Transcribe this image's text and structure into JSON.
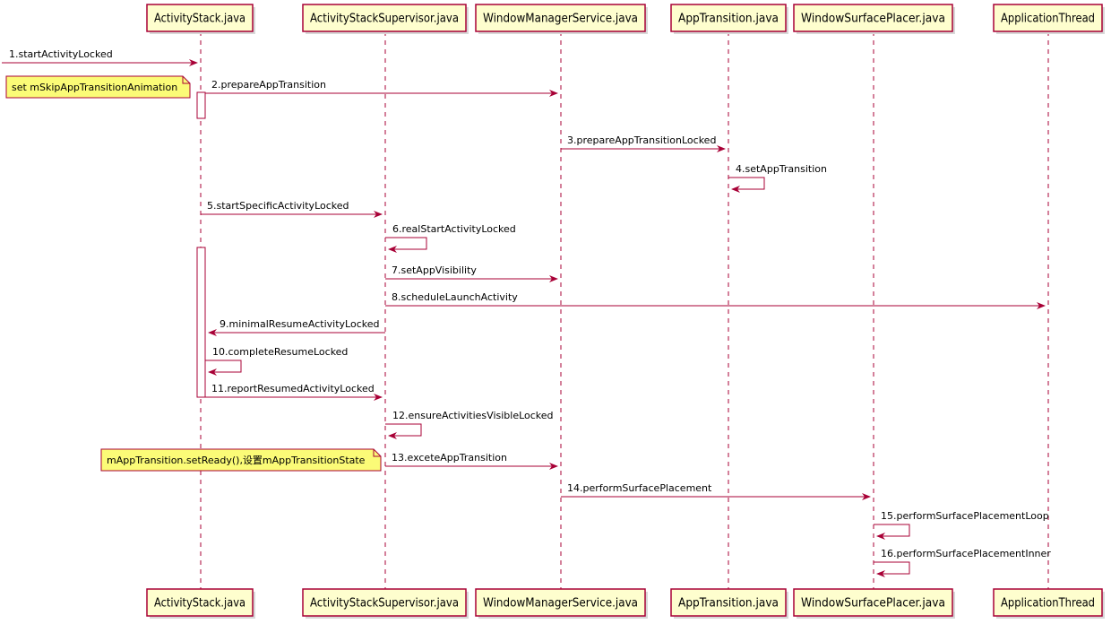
{
  "colors": {
    "actor_fill": "#FEFECE",
    "actor_border": "#A80036",
    "arrow": "#A80036",
    "lifeline": "#A80036",
    "activation_fill": "#FFFFFF",
    "note_fill": "#FBFB77",
    "note_border": "#A80036"
  },
  "participants": [
    {
      "id": "as",
      "name": "ActivityStack.java"
    },
    {
      "id": "ass",
      "name": "ActivityStackSupervisor.java"
    },
    {
      "id": "wms",
      "name": "WindowManagerService.java"
    },
    {
      "id": "at",
      "name": "AppTransition.java"
    },
    {
      "id": "wsp",
      "name": "WindowSurfacePlacer.java"
    },
    {
      "id": "apt",
      "name": "ApplicationThread"
    }
  ],
  "messages": [
    {
      "from": "start",
      "to": "as",
      "label": "1.startActivityLocked"
    },
    {
      "from": "as",
      "to": "wms",
      "label": "2.prepareAppTransition"
    },
    {
      "from": "wms",
      "to": "at",
      "label": "3.prepareAppTransitionLocked"
    },
    {
      "from": "at",
      "to": "at",
      "label": "4.setAppTransition"
    },
    {
      "from": "as",
      "to": "ass",
      "label": "5.startSpecificActivityLocked"
    },
    {
      "from": "ass",
      "to": "ass",
      "label": "6.realStartActivityLocked"
    },
    {
      "from": "ass",
      "to": "wms",
      "label": "7.setAppVisibility"
    },
    {
      "from": "ass",
      "to": "apt",
      "label": "8.scheduleLaunchActivity"
    },
    {
      "from": "ass",
      "to": "as",
      "label": "9.minimalResumeActivityLocked"
    },
    {
      "from": "as",
      "to": "as",
      "label": "10.completeResumeLocked"
    },
    {
      "from": "as",
      "to": "ass",
      "label": "11.reportResumedActivityLocked"
    },
    {
      "from": "ass",
      "to": "ass",
      "label": "12.ensureActivitiesVisibleLocked"
    },
    {
      "from": "ass",
      "to": "wms",
      "label": "13.exceteAppTransition"
    },
    {
      "from": "wms",
      "to": "wsp",
      "label": "14.performSurfacePlacement"
    },
    {
      "from": "wsp",
      "to": "wsp",
      "label": "15.performSurfacePlacementLoop"
    },
    {
      "from": "wsp",
      "to": "wsp",
      "label": "16.performSurfacePlacementInner"
    }
  ],
  "notes": [
    {
      "label": "set mSkipAppTransitionAnimation"
    },
    {
      "label": "mAppTransition.setReady(),设置mAppTransitionState"
    }
  ]
}
